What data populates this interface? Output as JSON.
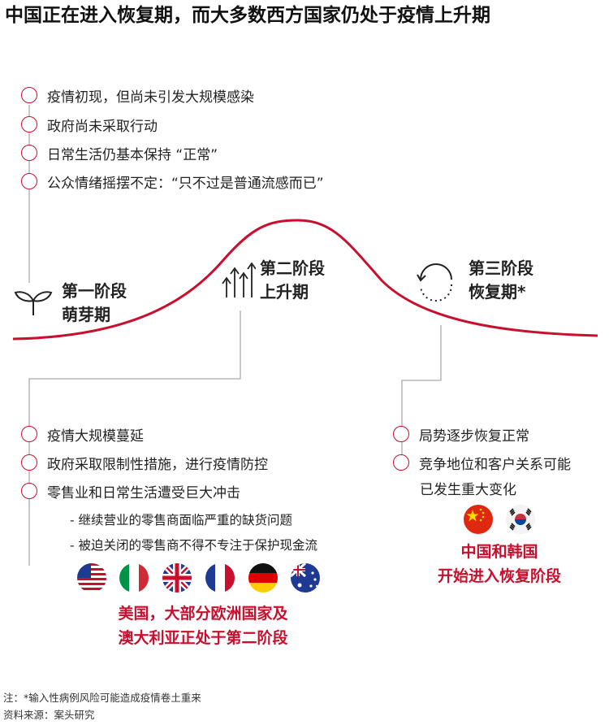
{
  "title": "中国正在进入恢复期，而大多数西方国家仍处于疫情上升期",
  "phase1": {
    "bullets": [
      "疫情初现，但尚未引发大规模感染",
      "政府尚未采取行动",
      "日常生活仍基本保持 “正常”",
      "公众情绪摇摆不定：“只不过是普通流感而已”"
    ],
    "label_line1": "第一阶段",
    "label_line2": "萌芽期",
    "icon": "sprout-icon"
  },
  "phase2": {
    "label_line1": "第二阶段",
    "label_line2": "上升期",
    "icon": "rising-arrows-icon",
    "bullets": [
      "疫情大规模蔓延",
      "政府采取限制性措施，进行疫情防控",
      "零售业和日常生活遭受巨大冲击"
    ],
    "subitems": [
      "- 继续营业的零售商面临严重的缺货问题",
      "- 被迫关闭的零售商不得不专注于保护现金流"
    ],
    "flags": [
      "us-flag",
      "italy-flag",
      "uk-flag",
      "france-flag",
      "germany-flag",
      "australia-flag"
    ],
    "caption_line1": "美国，大部分欧洲国家及",
    "caption_line2": "澳大利亚正处于第二阶段"
  },
  "phase3": {
    "label_line1": "第三阶段",
    "label_line2": "恢复期*",
    "icon": "cycle-icon",
    "bullet1": "局势逐步恢复正常",
    "bullet2_line1": "竞争地位和客户关系可能",
    "bullet2_line2": "已发生重大变化",
    "flags": [
      "china-flag",
      "korea-flag"
    ],
    "caption_line1": "中国和韩国",
    "caption_line2": "开始进入恢复阶段"
  },
  "notes": {
    "footnote": "注：*输入性病例风险可能造成疫情卷土重来",
    "source": "资料来源：案头研究"
  },
  "colors": {
    "accent": "#c8102e",
    "connector": "#aaaaaa",
    "text": "#222222"
  }
}
